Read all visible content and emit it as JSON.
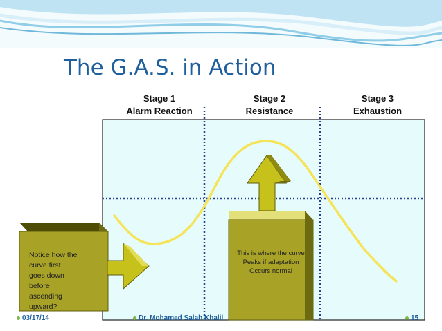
{
  "slide": {
    "title": "The G.A.S. in Action",
    "stages": [
      {
        "number": "Stage 1",
        "name": "Alarm Reaction"
      },
      {
        "number": "Stage 2",
        "name": "Resistance"
      },
      {
        "number": "Stage 3",
        "name": "Exhaustion"
      }
    ],
    "left_box_lines": [
      "Notice how the",
      "curve first",
      "goes down",
      "before",
      "ascending",
      "upward?"
    ],
    "center_box_lines": [
      "This is where the curve",
      "Peaks if adaptation",
      "Occurs normal"
    ],
    "footer": {
      "date": "03/17/14",
      "author": "Dr. Mohamed Salah Khalil",
      "page": "15"
    }
  },
  "colors": {
    "title": "#1f5f9e",
    "panel_fill": "#e6fbfb",
    "grid_dots": "#2a3f8f",
    "curve": "#f5e35a",
    "block_front": "#a8a327",
    "block_top": "#d9d67c",
    "block_side": "#6d6b12",
    "arrow_yellow": "#c7c11c",
    "bullet": "#7fb84a"
  }
}
